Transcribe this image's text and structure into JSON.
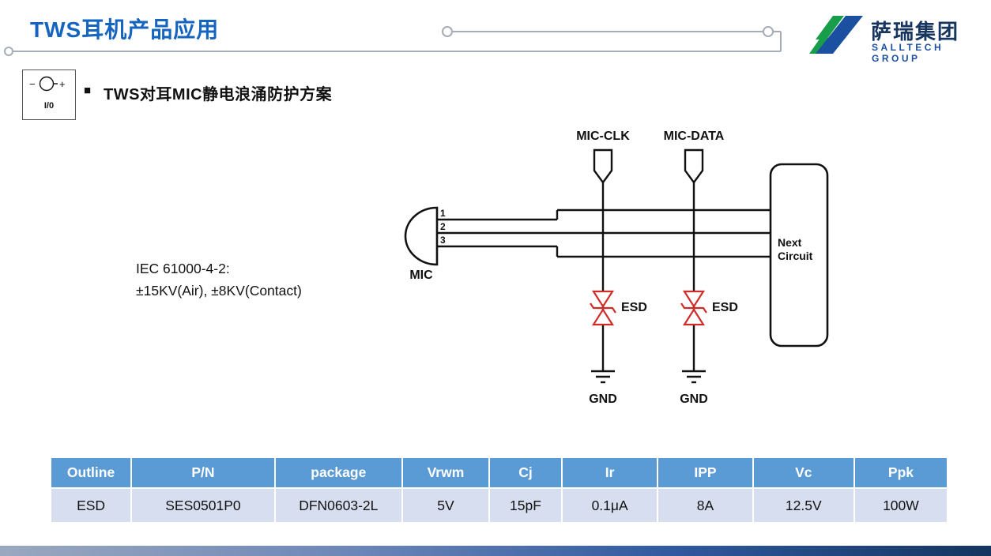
{
  "header": {
    "title": "TWS耳机产品应用"
  },
  "logo": {
    "name": "萨瑞集团",
    "subtitle": "SALLTECH GROUP",
    "green": "#189e4b",
    "blue": "#1b4fa0"
  },
  "section": {
    "bullet": "■",
    "heading": "TWS对耳MIC静电浪涌防护方案",
    "icon": {
      "minus": "−",
      "plus": "+",
      "label": "I/0"
    }
  },
  "diagram": {
    "standard": {
      "line1": "IEC 61000-4-2:",
      "line2": "±15KV(Air), ±8KV(Contact)"
    },
    "signals": [
      "MIC-CLK",
      "MIC-DATA"
    ],
    "pins": [
      "1",
      "2",
      "3"
    ],
    "mic_label": "MIC",
    "esd_labels": [
      "ESD",
      "ESD"
    ],
    "gnd_labels": [
      "GND",
      "GND"
    ],
    "next_circuit": {
      "line1": "Next",
      "line2": "Circuit"
    },
    "esd_color": "#cf2b27"
  },
  "table": {
    "headers": [
      "Outline",
      "P/N",
      "package",
      "Vrwm",
      "Cj",
      "Ir",
      "IPP",
      "Vc",
      "Ppk"
    ],
    "rows": [
      [
        "ESD",
        "SES0501P0",
        "DFN0603-2L",
        "5V",
        "15pF",
        "0.1μA",
        "8A",
        "12.5V",
        "100W"
      ]
    ],
    "header_bg": "#5b9bd5",
    "row_bg": "#d7deef"
  },
  "colors": {
    "title_blue": "#1565c0",
    "line_gray": "#a6adb6"
  }
}
